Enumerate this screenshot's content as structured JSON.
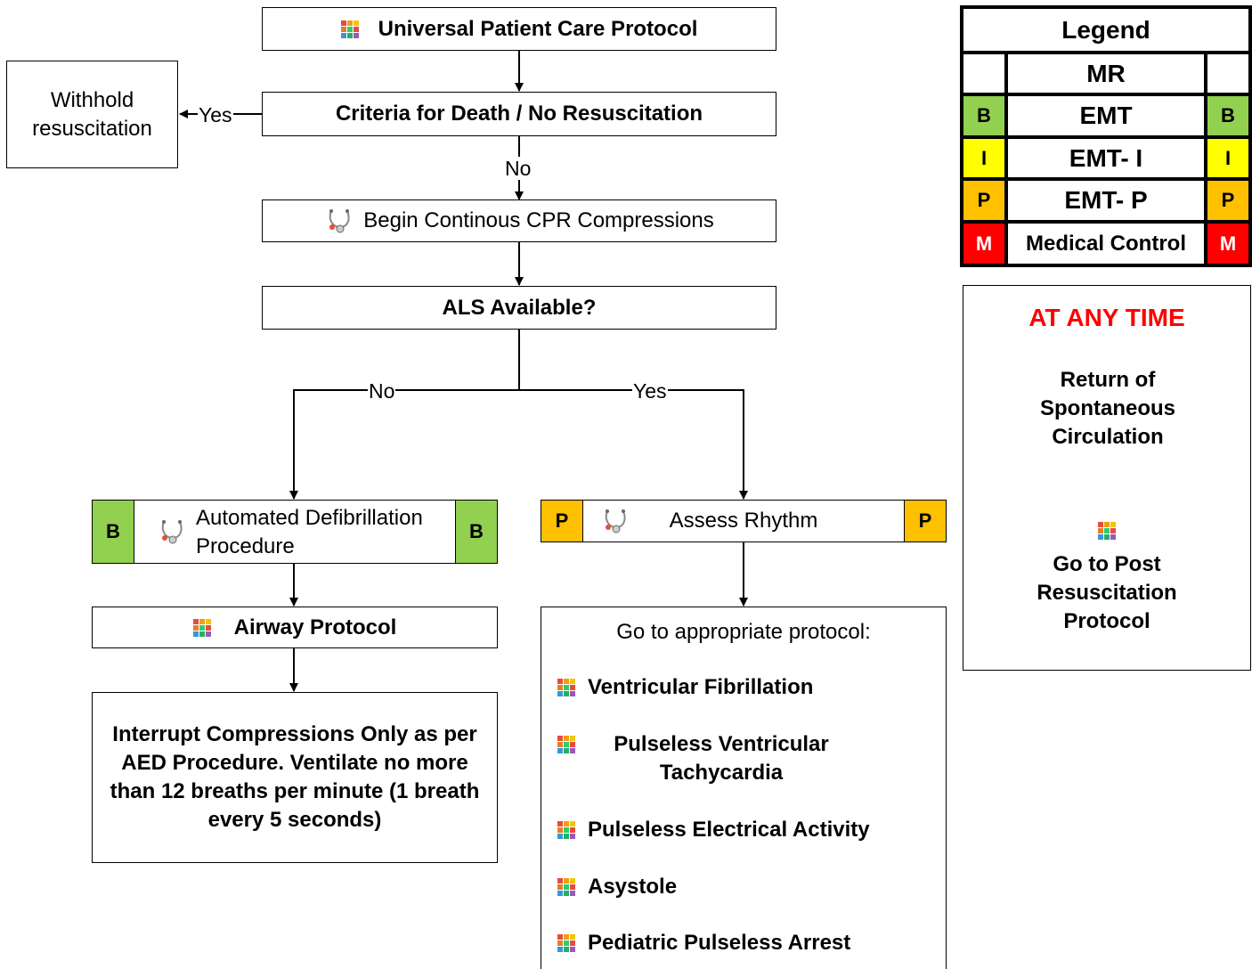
{
  "flow": {
    "universal": "Universal Patient Care Protocol",
    "criteria": "Criteria for Death / No Resuscitation",
    "withhold": "Withhold resuscitation",
    "yes_label": "Yes",
    "no_label": "No",
    "cpr": "Begin Continous CPR Compressions",
    "als": "ALS Available?",
    "branch_no": "No",
    "branch_yes": "Yes",
    "aed": "Automated Defibrillation Procedure",
    "aed_level": "B",
    "assess": "Assess Rhythm",
    "assess_level": "P",
    "airway": "Airway Protocol",
    "interrupt": "Interrupt Compressions Only as per AED Procedure.  Ventilate no more than 12 breaths per minute (1 breath every 5 seconds)",
    "goto_heading": "Go to appropriate protocol:",
    "protocols": [
      "Ventricular Fibrillation",
      "Pulseless Ventricular Tachycardia",
      "Pulseless Electrical Activity",
      "Asystole",
      "Pediatric Pulseless Arrest"
    ]
  },
  "legend": {
    "title": "Legend",
    "rows": [
      {
        "code": "",
        "label": "MR",
        "color": "#ffffff"
      },
      {
        "code": "B",
        "label": "EMT",
        "color": "#92d050"
      },
      {
        "code": "I",
        "label": "EMT- I",
        "color": "#ffff00"
      },
      {
        "code": "P",
        "label": "EMT- P",
        "color": "#ffc000"
      },
      {
        "code": "M",
        "label": "Medical Control",
        "color": "#ff0000"
      }
    ]
  },
  "any_time": {
    "title": "AT ANY TIME",
    "title_color": "#ff0000",
    "rosc": "Return of Spontaneous Circulation",
    "goto": "Go to Post Resuscitation Protocol"
  },
  "icons": {
    "protocol": "protocol-grid-icon",
    "procedure": "stethoscope-icon"
  }
}
